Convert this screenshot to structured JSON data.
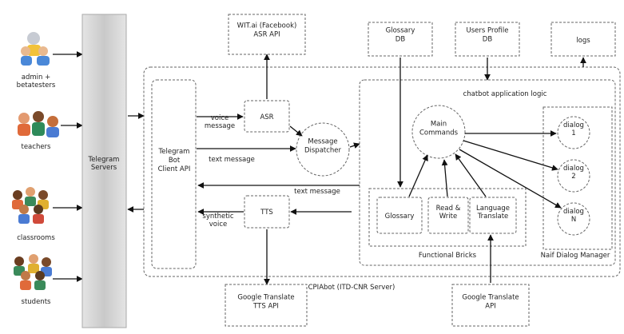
{
  "actors": [
    {
      "id": "admin",
      "label": "admin +\nbetatesters"
    },
    {
      "id": "teachers",
      "label": "teachers"
    },
    {
      "id": "classrooms",
      "label": "classrooms"
    },
    {
      "id": "students",
      "label": "students"
    }
  ],
  "servers": {
    "telegram": "Telegram\nServers"
  },
  "external": {
    "wit": "WIT.ai (Facebook)\nASR API",
    "glossary_db": "Glossary\nDB",
    "users_db": "Users Profile\nDB",
    "logs": "logs",
    "gt_tts": "Google Translate\nTTS API",
    "gt_api": "Google Translate\nAPI"
  },
  "server_label": "CPIAbot (ITD-CNR Server)",
  "components": {
    "client_api": "Telegram\nBot\nClient API",
    "asr": "ASR",
    "tts": "TTS",
    "dispatcher": "Message\nDispatcher",
    "main_commands": "Main\nCommands"
  },
  "edge_labels": {
    "voice": "voice\nmessage",
    "text_in": "text message",
    "text_out": "text message",
    "synthetic": "synthetic\nvoice"
  },
  "logic": {
    "title": "chatbot application logic",
    "bricks_title": "Functional Bricks",
    "bricks": [
      "Glossary",
      "Read &\nWrite",
      "Language\nTranslate"
    ],
    "dialog_manager": "Naif Dialog Manager",
    "dialogs": [
      "dialog\n1",
      "dialog\n2",
      "dialog\nN"
    ]
  }
}
